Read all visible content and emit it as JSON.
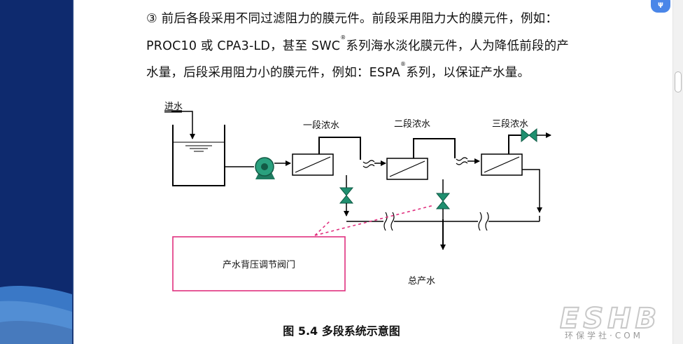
{
  "paragraph": {
    "line1": "③  前后各段采用不同过滤阻力的膜元件。前段采用阻力大的膜元件，例如：",
    "line2_a": "PROC10 或 CPA3-LD，甚至 SWC",
    "line2_sup": "®",
    "line2_b": "系列海水淡化膜元件，人为降低前段的产",
    "line3_a": "水量，后段采用阻力小的膜元件，例如：ESPA",
    "line3_sup": "®",
    "line3_b": "系列，以保证产水量。"
  },
  "diagram": {
    "feed_label": "进水",
    "stage1_label": "一段浓水",
    "stage2_label": "二段浓水",
    "stage3_label": "三段浓水",
    "valve_box_label": "产水背压调节阀门",
    "total_product_label": "总产水"
  },
  "caption": "图 5.4 多段系统示意图",
  "badge": "ψ",
  "watermark": {
    "logo_text": "ESHB",
    "sub_text": "环保学社·COM"
  },
  "colors": {
    "sidebar": "#0e2a6e",
    "valve": "#1f8f6f",
    "pump": "#1f7a60",
    "callout": "#e0307e",
    "badge": "#4a86e8"
  }
}
